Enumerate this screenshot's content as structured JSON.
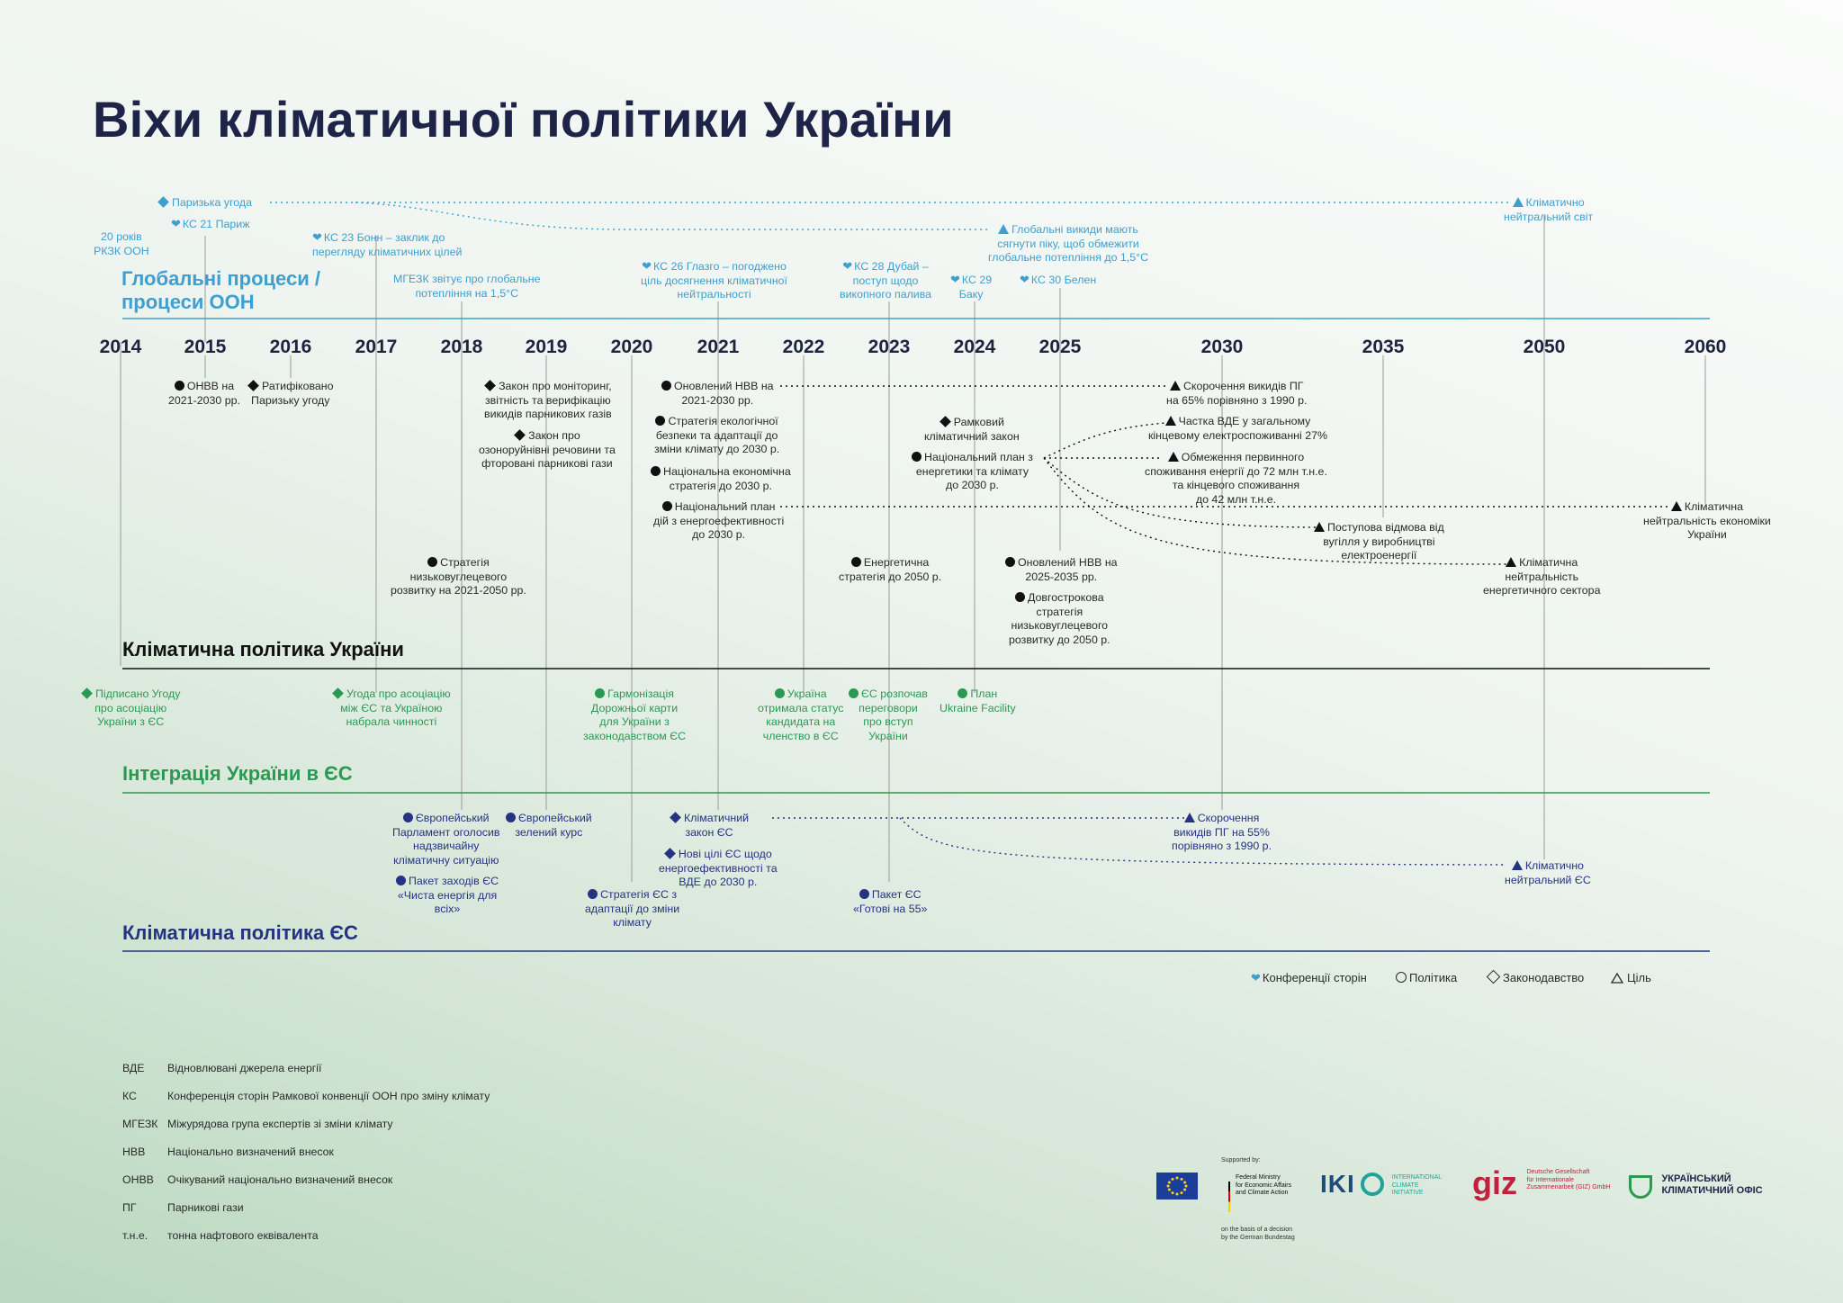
{
  "title": "Віхи кліматичної політики України",
  "sections": {
    "global": "Глобальні процеси /\nпроцеси ООН",
    "ukraine": "Кліматична політика України",
    "integration": "Інтеграція України в ЄС",
    "eu": "Кліматична політика ЄС"
  },
  "colors": {
    "global": "#3e9fd0",
    "ukraine": "#111111",
    "integration": "#2a9a52",
    "eu": "#253382",
    "title": "#1e2448"
  },
  "years": [
    "2014",
    "2015",
    "2016",
    "2017",
    "2018",
    "2019",
    "2020",
    "2021",
    "2022",
    "2023",
    "2024",
    "2025",
    "2030",
    "2035",
    "2050",
    "2060"
  ],
  "global_events": [
    {
      "symbol": "diamond",
      "text": "Паризька угода"
    },
    {
      "symbol": "cop",
      "text": "КС 21 Париж"
    },
    {
      "symbol": "none",
      "text": "20 років\nРКЗК ООН"
    },
    {
      "symbol": "cop",
      "text": "КС 23 Бонн – заклик до\nперегляду кліматичних цілей"
    },
    {
      "symbol": "none",
      "text": "МГЕЗК звітує про глобальне\nпотепління на 1,5°C"
    },
    {
      "symbol": "cop",
      "text": "КС 26 Глазго – погоджено\nціль досягнення кліматичної\nнейтральності"
    },
    {
      "symbol": "cop",
      "text": "КС 28 Дубай –\nпоступ щодо\nвикопного палива"
    },
    {
      "symbol": "cop",
      "text": "КС 29\nБаку"
    },
    {
      "symbol": "cop",
      "text": "КС 30 Белен"
    },
    {
      "symbol": "triangle",
      "text": "Глобальні викиди мають\nсягнути піку, щоб обмежити\nглобальне потепління до 1,5°C"
    },
    {
      "symbol": "triangle",
      "text": "Кліматично\nнейтральний світ"
    }
  ],
  "ukraine_events": [
    {
      "symbol": "circle",
      "text": "ОНВВ на\n2021-2030 рр."
    },
    {
      "symbol": "diamond",
      "text": "Ратифіковано\nПаризьку угоду"
    },
    {
      "symbol": "diamond",
      "text": "Закон про моніторинг,\nзвітність та верифікацію\nвикидів парникових газів"
    },
    {
      "symbol": "diamond",
      "text": "Закон про\nозоноруйнівні речовини та\nфторовані парникові гази"
    },
    {
      "symbol": "circle",
      "text": "Стратегія\nнизьковуглецевого\nрозвитку на 2021-2050 рр."
    },
    {
      "symbol": "circle",
      "text": "Оновлений НВВ на\n2021-2030 рр."
    },
    {
      "symbol": "circle",
      "text": "Стратегія екологічної\nбезпеки та адаптації до\nзміни клімату до 2030 р."
    },
    {
      "symbol": "circle",
      "text": "Національна економічна\nстратегія до 2030 р."
    },
    {
      "symbol": "circle",
      "text": "Національний план\nдій з енергоефективності\nдо 2030 р."
    },
    {
      "symbol": "circle",
      "text": "Енергетична\nстратегія до 2050 р."
    },
    {
      "symbol": "diamond",
      "text": "Рамковий\nкліматичний закон"
    },
    {
      "symbol": "circle",
      "text": "Національний план з\nенергетики та клімату\nдо 2030 р."
    },
    {
      "symbol": "circle",
      "text": "Оновлений НВВ на\n2025-2035 рр."
    },
    {
      "symbol": "circle",
      "text": "Довгострокова\nстратегія\nнизьковуглецевого\nрозвитку до 2050 р."
    },
    {
      "symbol": "triangle",
      "text": "Скорочення викидів ПГ\nна 65% порівняно з 1990 р."
    },
    {
      "symbol": "triangle",
      "text": "Частка ВДЕ у загальному\nкінцевому електроспоживанні 27%"
    },
    {
      "symbol": "triangle",
      "text": "Обмеження первинного\nспоживання енергії до 72 млн т.н.е.\nта кінцевого споживання\nдо 42 млн т.н.е."
    },
    {
      "symbol": "triangle",
      "text": "Поступова відмова від\nвугілля у виробництві\nелектроенергії"
    },
    {
      "symbol": "triangle",
      "text": "Кліматична\nнейтральність\nенергетичного сектора"
    },
    {
      "symbol": "triangle",
      "text": "Кліматична\nнейтральність економіки\nУкраїни"
    }
  ],
  "integration_events": [
    {
      "symbol": "diamond",
      "text": "Підписано Угоду\nпро асоціацію\nУкраїни з ЄС"
    },
    {
      "symbol": "diamond",
      "text": "Угода про асоціацію\nміж ЄС та Україною\nнабрала чинності"
    },
    {
      "symbol": "circle",
      "text": "Гармонізація\nДорожньої карти\nдля України з\nзаконодавством ЄС"
    },
    {
      "symbol": "circle",
      "text": "Україна\nотримала статус\nкандидата на\nчленство в ЄС"
    },
    {
      "symbol": "circle",
      "text": "ЄС розпочав\nпереговори\nпро вступ\nУкраїни"
    },
    {
      "symbol": "circle",
      "text": "План\nUkraine Facility"
    }
  ],
  "eu_events": [
    {
      "symbol": "circle",
      "text": "Європейський\nПарламент оголосив\nнадзвичайну\nкліматичну ситуацію"
    },
    {
      "symbol": "circle",
      "text": "Пакет заходів ЄС\n«Чиста енергія для\nвсіх»"
    },
    {
      "symbol": "circle",
      "text": "Європейський\nзелений курс"
    },
    {
      "symbol": "diamond",
      "text": "Кліматичний\nзакон ЄС"
    },
    {
      "symbol": "diamond",
      "text": "Нові цілі ЄС щодо\nенергоефективності та\nВДЕ до 2030 р."
    },
    {
      "symbol": "circle",
      "text": "Стратегія ЄС з\nадаптації до зміни\nклімату"
    },
    {
      "symbol": "circle",
      "text": "Пакет ЄС\n«Готові на 55»"
    },
    {
      "symbol": "triangle",
      "text": "Скорочення\nвикидів ПГ на 55%\nпорівняно з 1990 р."
    },
    {
      "symbol": "triangle",
      "text": "Кліматично\nнейтральний ЄС"
    }
  ],
  "legend": [
    {
      "symbol": "cop",
      "text": "Конференції сторін"
    },
    {
      "symbol": "circle",
      "text": "Політика"
    },
    {
      "symbol": "diamond",
      "text": "Законодавство"
    },
    {
      "symbol": "triangle",
      "text": "Ціль"
    }
  ],
  "abbreviations": [
    {
      "key": "ВДЕ",
      "value": "Відновлювані джерела енергії"
    },
    {
      "key": "КС",
      "value": "Конференція сторін Рамкової конвенції ООН про зміну клімату"
    },
    {
      "key": "МГЕЗК",
      "value": "Міжурядова група експертів зі зміни клімату"
    },
    {
      "key": "НВВ",
      "value": "Національно визначений внесок"
    },
    {
      "key": "ОНВВ",
      "value": "Очікуваний національно визначений внесок"
    },
    {
      "key": "ПГ",
      "value": "Парникові гази"
    },
    {
      "key": "т.н.е.",
      "value": "тонна нафтового еквівалента"
    }
  ],
  "logos": {
    "supported_by": "Supported by:",
    "bmwk": "Federal Ministry\nfor Economic Affairs\nand Climate Action",
    "bundestag": "on the basis of a decision\nby the German Bundestag",
    "iki": "IKI",
    "iki_sub": "INTERNATIONAL\nCLIMATE\nINITIATIVE",
    "giz": "giz",
    "giz_sub": "Deutsche Gesellschaft\nfür Internationale\nZusammenarbeit (GIZ) GmbH",
    "ucoffice": "УКРАЇНСЬКИЙ\nКЛІМАТИЧНИЙ ОФІС"
  }
}
